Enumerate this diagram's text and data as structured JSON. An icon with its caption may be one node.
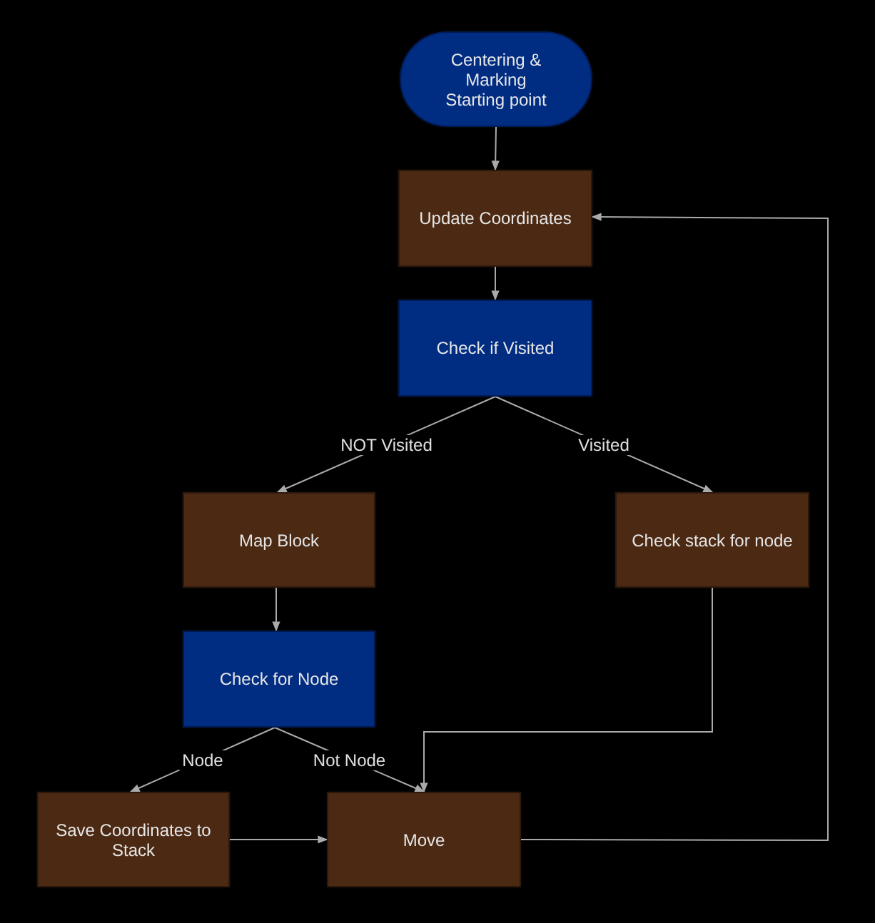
{
  "diagram": {
    "nodes": [
      {
        "text": [
          "Centering & Marking Starting point"
        ]
      },
      {
        "text": [
          "Update Coordinates"
        ]
      },
      {
        "text": [
          "Check if Visited"
        ]
      },
      {
        "text": [
          "Map Block"
        ]
      },
      {
        "text": [
          "Check stack for node"
        ]
      },
      {
        "text": [
          "Check for Node"
        ]
      },
      {
        "text": [
          "Save Coordinates to Stack"
        ]
      },
      {
        "text": [
          "Move"
        ]
      }
    ],
    "edges": [
      {
        "from": 0,
        "to": 1,
        "arrow": "to"
      },
      {
        "from": 1,
        "to": 2,
        "arrow": "to"
      },
      {
        "from": 2,
        "to": 3,
        "arrow": "to",
        "label": "NOT Visited"
      },
      {
        "from": 2,
        "to": 4,
        "arrow": "to",
        "label": "Visited"
      },
      {
        "from": 3,
        "to": 5,
        "arrow": "to"
      },
      {
        "from": 4,
        "to": 7,
        "arrow": "to"
      },
      {
        "from": 5,
        "to": 6,
        "arrow": "to",
        "label": "Node"
      },
      {
        "from": 5,
        "to": 7,
        "arrow": "to",
        "label": "Not Node"
      },
      {
        "from": 6,
        "to": 7,
        "arrow": "to"
      },
      {
        "from": 7,
        "to": 1,
        "arrow": "to"
      }
    ]
  }
}
